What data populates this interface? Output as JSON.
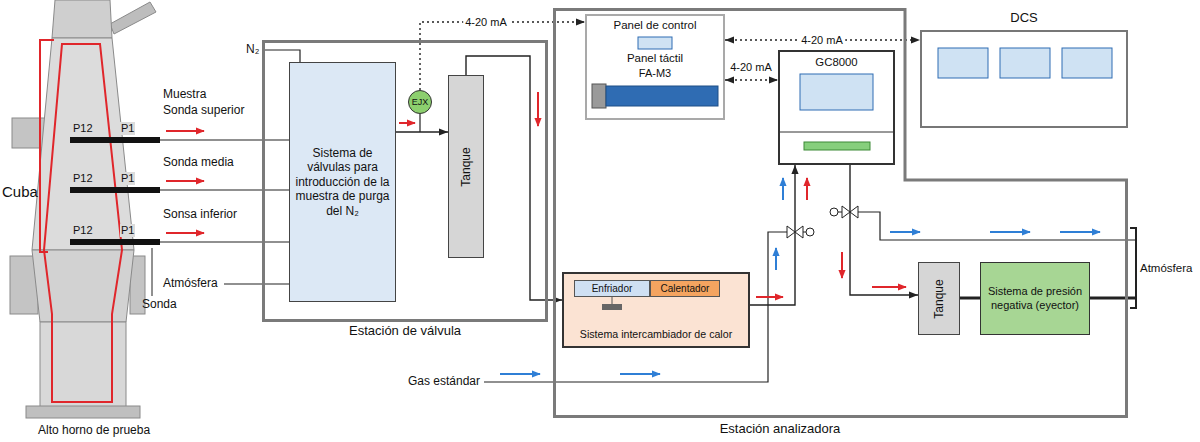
{
  "diagram": {
    "nodes": [
      {
        "text": [
          "Estación de válvula"
        ]
      },
      {
        "text": [
          "Sistema de válvulas para introducción de la muestra de purga del N₂"
        ],
        "in": 0
      },
      {
        "text": [
          "EJX"
        ],
        "in": 0
      },
      {
        "text": [
          "Tanque"
        ],
        "in": 0
      },
      {
        "text": [
          "Estación analizadora"
        ]
      },
      {
        "text": [
          "Panel de control",
          "Panel táctil"
        ],
        "in": 4
      },
      {
        "text": [
          "FA-M3"
        ],
        "in": 5
      },
      {
        "text": [
          "GC8000"
        ],
        "in": 4
      },
      {
        "text": [
          "DCS"
        ]
      },
      {
        "text": [
          "Sistema intercambiador de calor"
        ],
        "in": 4
      },
      {
        "text": [
          "Enfriador"
        ],
        "in": 9
      },
      {
        "text": [
          "Calentador"
        ],
        "in": 9
      },
      {
        "text": [
          "Tanque"
        ],
        "in": 4
      },
      {
        "text": [
          "Sistema de presión negativa (eyector)"
        ],
        "in": 4
      }
    ],
    "edges": [
      {
        "from": 1,
        "to": 3,
        "arrow": "to"
      },
      {
        "from": 2,
        "to": 5,
        "label": "4-20 mA",
        "arrow": "to"
      },
      {
        "from": 5,
        "to": 8,
        "label": "4-20 mA",
        "arrow": "both"
      },
      {
        "from": 5,
        "to": 7,
        "label": "4-20 mA",
        "arrow": "both"
      },
      {
        "from": 3,
        "to": 9,
        "arrow": "to"
      },
      {
        "from": 9,
        "to": 7,
        "arrow": "to"
      },
      {
        "from": 7,
        "to": 12,
        "arrow": "to"
      },
      {
        "from": 12,
        "to": 13,
        "arrow": "none"
      }
    ],
    "labels": [
      "Muestra",
      "Sonda superior",
      "N₂",
      "Cuba",
      "P12",
      "P1",
      "P12",
      "P1",
      "P12",
      "P1",
      "Sonda media",
      "Sonsa inferior",
      "Atmósfera",
      "Sonda",
      "Alto horno de prueba",
      "Gas estándar",
      "Atmósfera"
    ]
  }
}
